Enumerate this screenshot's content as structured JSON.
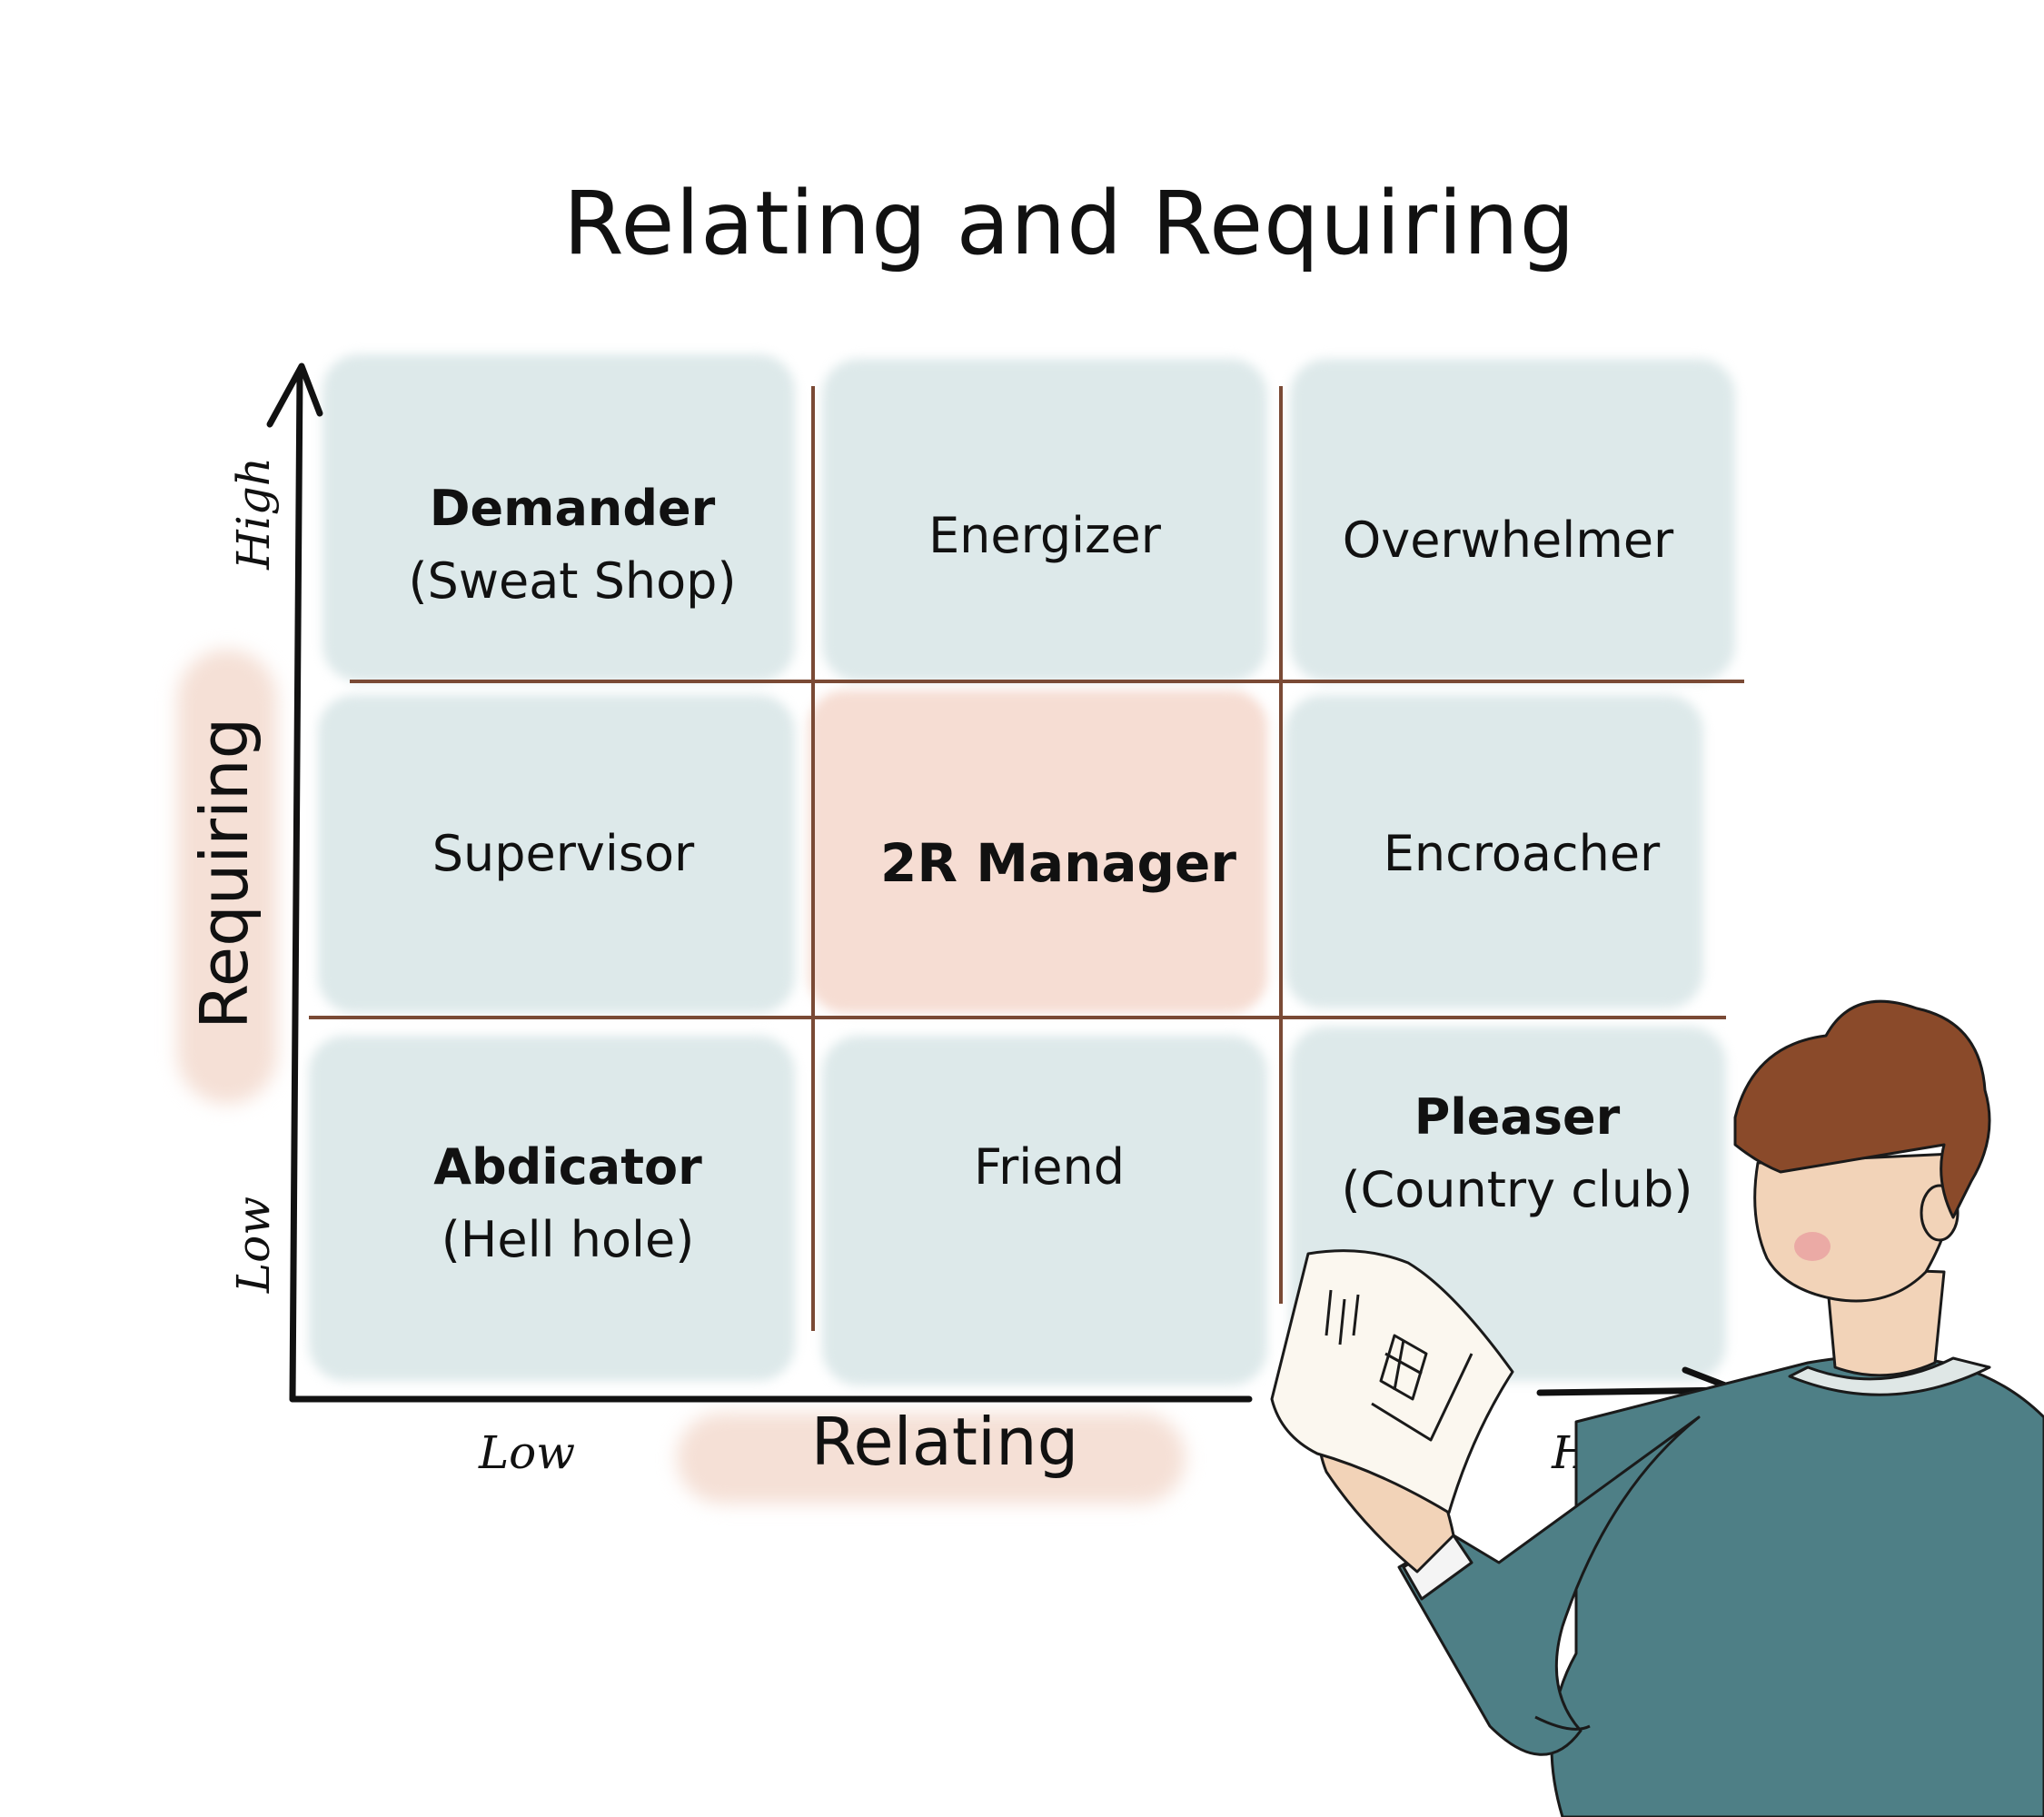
{
  "title": "Relating and Requiring",
  "axes": {
    "x_label": "Relating",
    "y_label": "Requiring",
    "x_low": "Low",
    "x_high": "High",
    "y_low": "Low",
    "y_high": "High"
  },
  "cells": {
    "demander": {
      "name": "Demander",
      "sub": "(Sweat Shop)"
    },
    "energizer": {
      "name": "Energizer"
    },
    "overwhelmer": {
      "name": "Overwhelmer"
    },
    "supervisor": {
      "name": "Supervisor"
    },
    "manager": {
      "name": "2R Manager"
    },
    "encroacher": {
      "name": "Encroacher"
    },
    "abdicator": {
      "name": "Abdicator",
      "sub": "(Hell hole)"
    },
    "friend": {
      "name": "Friend"
    },
    "pleaser": {
      "name": "Pleaser",
      "sub": "(Country club)"
    }
  },
  "colors": {
    "cell_wash": "#dde9ea",
    "highlight_wash": "#f6ddd3",
    "gridline": "#7a4a35",
    "ink": "#111111",
    "sweater": "#4e7f86",
    "hair": "#8a4a2a",
    "skin": "#f2d3b8"
  }
}
